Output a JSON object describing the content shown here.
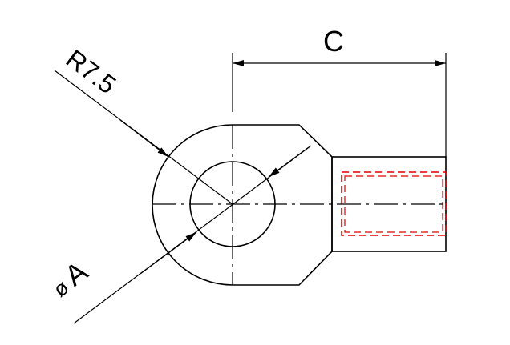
{
  "drawing": {
    "dimensions": {
      "width_label": "C",
      "radius_label": "R7.5",
      "diameter_symbol": "ø",
      "diameter_label": "A"
    },
    "colors": {
      "line": "#000000",
      "hidden_line": "#e00000",
      "background": "#ffffff"
    }
  }
}
